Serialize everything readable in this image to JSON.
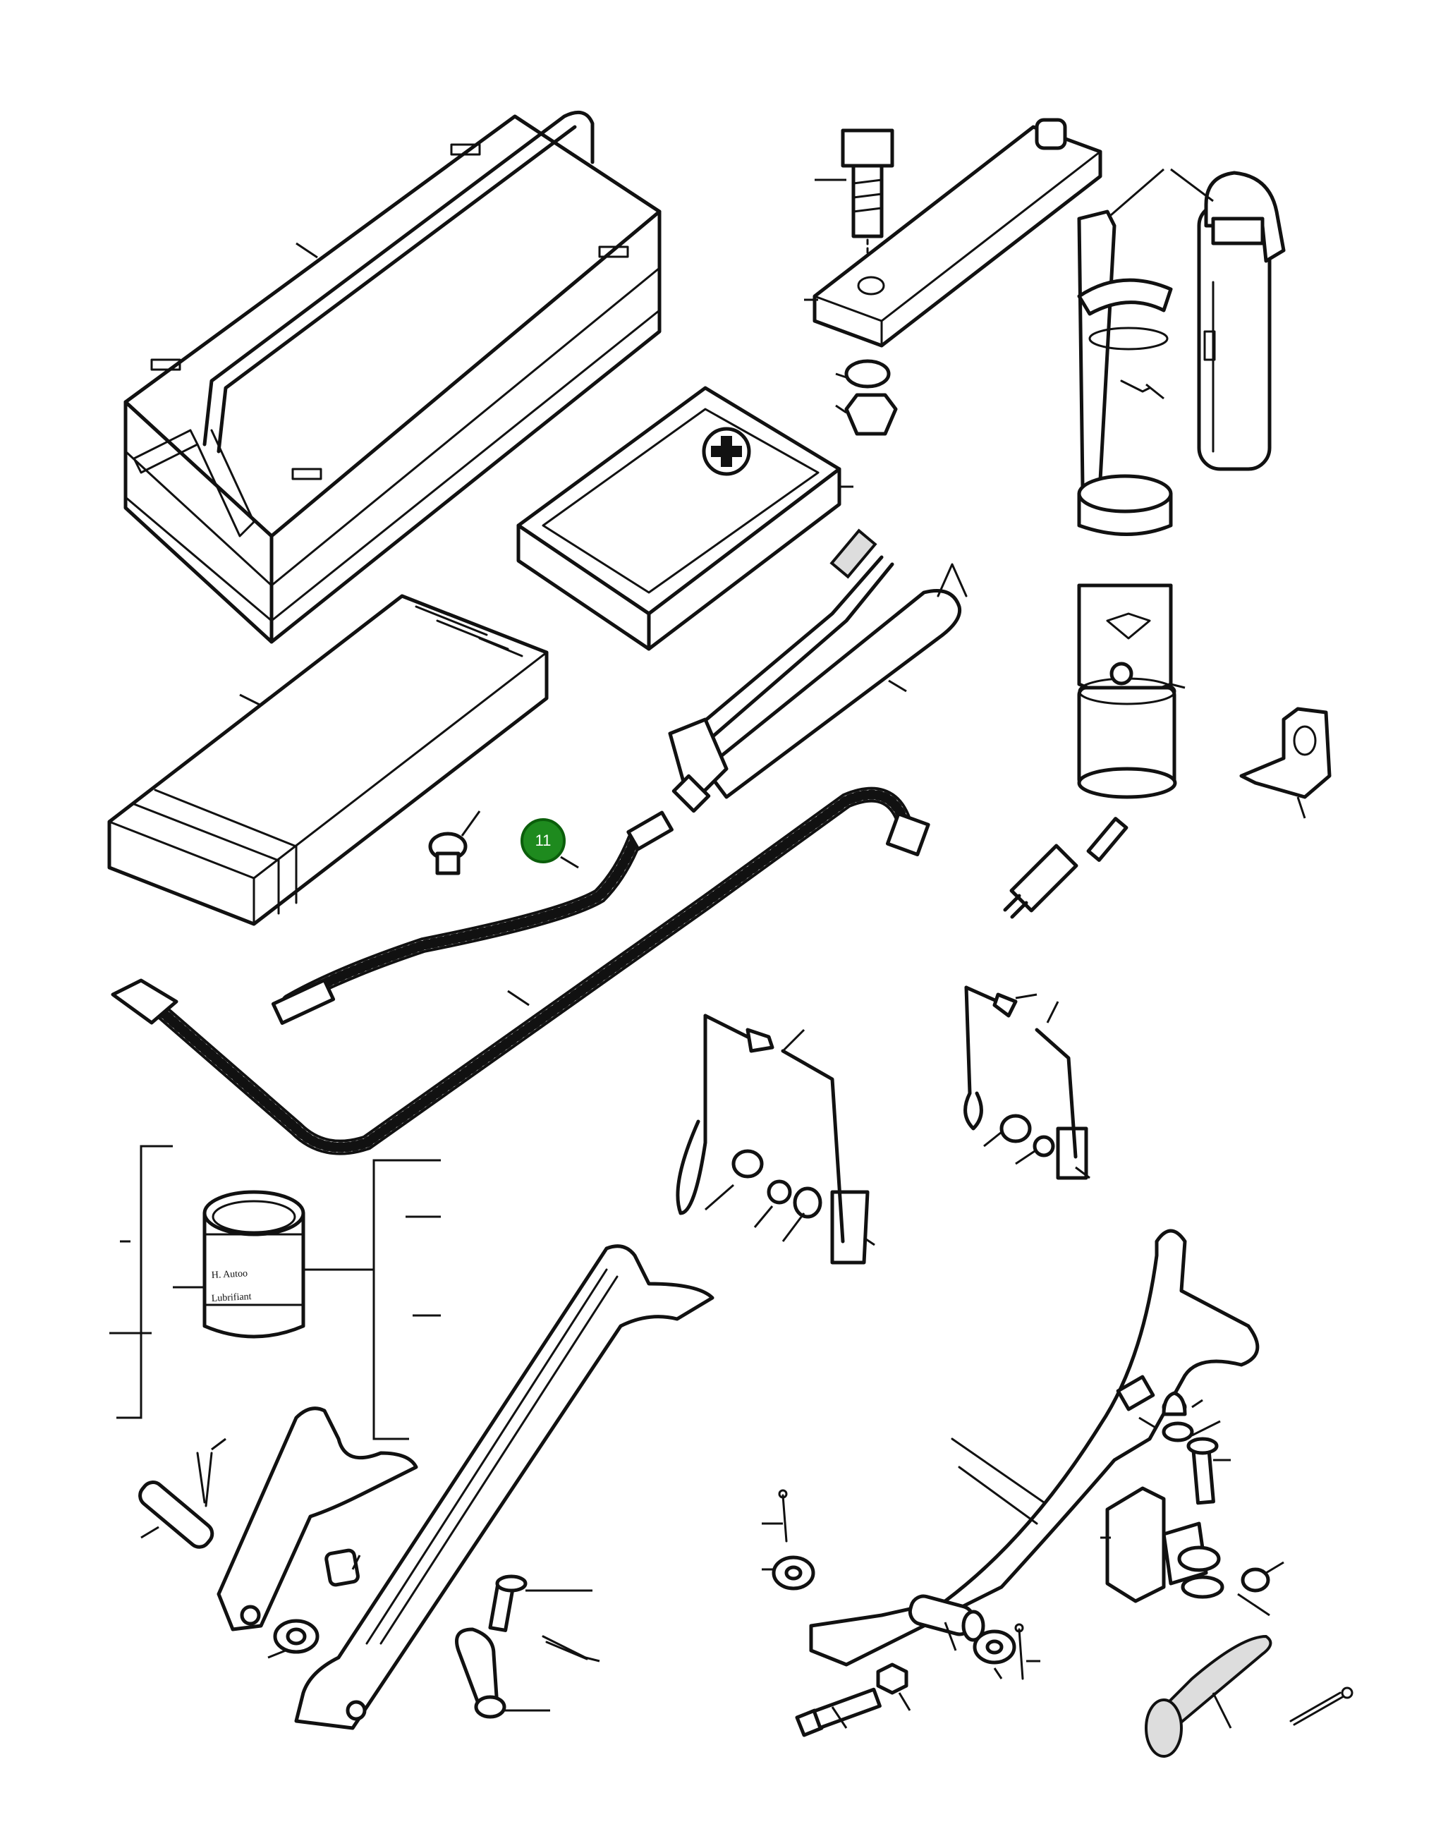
{
  "callouts": [
    {
      "id": "11",
      "label": "11",
      "color": "#1e8a1e"
    }
  ],
  "can_label": {
    "line1": "H. Autoo",
    "line2": "Lubrifiant"
  },
  "first_aid_symbol": "cross-icon"
}
